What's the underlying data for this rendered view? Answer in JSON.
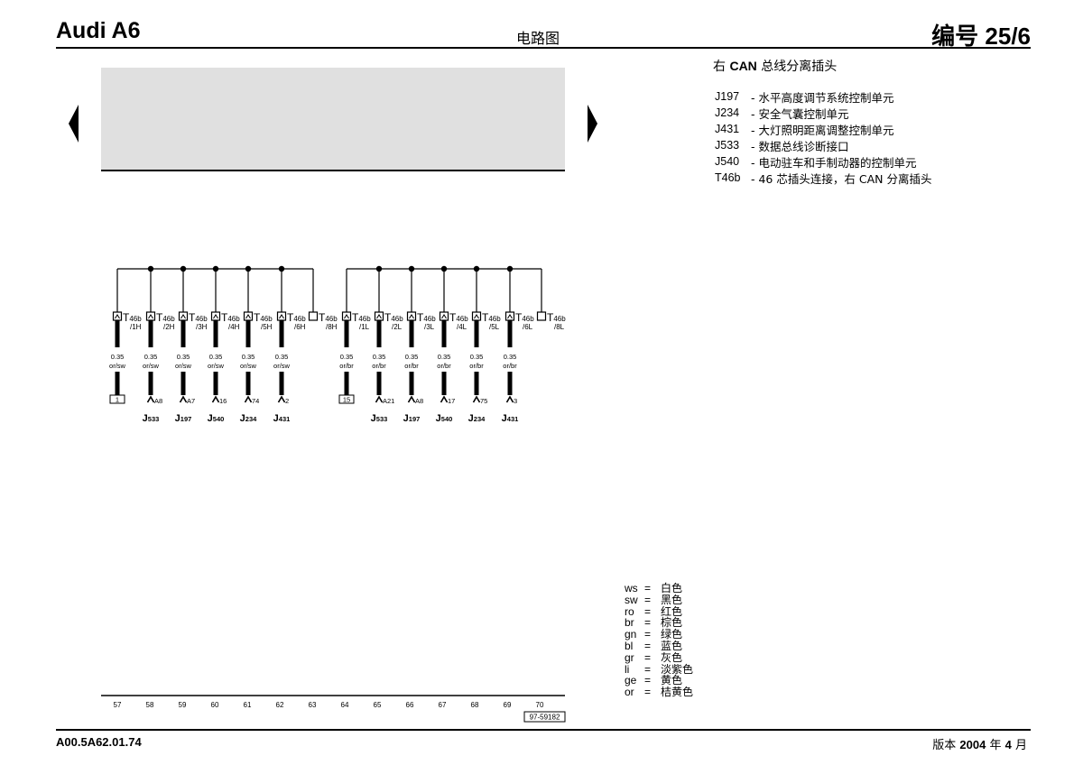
{
  "header": {
    "model": "Audi A6",
    "doc_type": "电路图",
    "number": "编号 25/6"
  },
  "legend": {
    "title_prefix": "右",
    "title_bus": "CAN",
    "title_suffix": "总线分离插头",
    "components": [
      {
        "code": "J197",
        "desc": "- 水平高度调节系统控制单元"
      },
      {
        "code": "J234",
        "desc": "- 安全气囊控制单元"
      },
      {
        "code": "J431",
        "desc": "- 大灯照明距离调整控制单元"
      },
      {
        "code": "J533",
        "desc": "- 数据总线诊断接口"
      },
      {
        "code": "J540",
        "desc": "- 电动驻车和手制动器的控制单元"
      },
      {
        "code": "T46b",
        "desc": "- 46 芯插头连接，右 CAN 分离插头"
      }
    ]
  },
  "color_key": [
    {
      "code": "ws",
      "name": "白色"
    },
    {
      "code": "sw",
      "name": "黑色"
    },
    {
      "code": "ro",
      "name": "红色"
    },
    {
      "code": "br",
      "name": "棕色"
    },
    {
      "code": "gn",
      "name": "绿色"
    },
    {
      "code": "bl",
      "name": "蓝色"
    },
    {
      "code": "gr",
      "name": "灰色"
    },
    {
      "code": "li",
      "name": "淡紫色"
    },
    {
      "code": "ge",
      "name": "黄色"
    },
    {
      "code": "or",
      "name": "桔黄色"
    }
  ],
  "color_key_eq": "=",
  "diagram": {
    "connector_name": "T46b",
    "wire_size": "0.35",
    "groups": [
      {
        "wire_color": "or/sw",
        "pins": [
          {
            "pin": "/1H",
            "term": "1",
            "term_boxed": true,
            "component": "",
            "connected": true
          },
          {
            "pin": "/2H",
            "term": "A8",
            "term_boxed": false,
            "component": "J533",
            "connected": true
          },
          {
            "pin": "/3H",
            "term": "A7",
            "term_boxed": false,
            "component": "J197",
            "connected": true
          },
          {
            "pin": "/4H",
            "term": "16",
            "term_boxed": false,
            "component": "J540",
            "connected": true
          },
          {
            "pin": "/5H",
            "term": "74",
            "term_boxed": false,
            "component": "J234",
            "connected": true
          },
          {
            "pin": "/6H",
            "term": "2",
            "term_boxed": false,
            "component": "J431",
            "connected": true
          },
          {
            "pin": "/8H",
            "term": "",
            "term_boxed": false,
            "component": "",
            "connected": false
          }
        ]
      },
      {
        "wire_color": "or/br",
        "pins": [
          {
            "pin": "/1L",
            "term": "15",
            "term_boxed": true,
            "component": "",
            "connected": true
          },
          {
            "pin": "/2L",
            "term": "A21",
            "term_boxed": false,
            "component": "J533",
            "connected": true
          },
          {
            "pin": "/3L",
            "term": "A8",
            "term_boxed": false,
            "component": "J197",
            "connected": true
          },
          {
            "pin": "/4L",
            "term": "17",
            "term_boxed": false,
            "component": "J540",
            "connected": true
          },
          {
            "pin": "/5L",
            "term": "75",
            "term_boxed": false,
            "component": "J234",
            "connected": true
          },
          {
            "pin": "/6L",
            "term": "3",
            "term_boxed": false,
            "component": "J431",
            "connected": true
          },
          {
            "pin": "/8L",
            "term": "",
            "term_boxed": false,
            "component": "",
            "connected": false
          }
        ]
      }
    ]
  },
  "scale": {
    "numbers": [
      "57",
      "58",
      "59",
      "60",
      "61",
      "62",
      "63",
      "64",
      "65",
      "66",
      "67",
      "68",
      "69",
      "70"
    ],
    "drawing_ref": "97-59182"
  },
  "footer": {
    "code": "A00.5A62.01.74",
    "version_prefix": "版本",
    "year": "2004",
    "year_suffix": "年",
    "month": "4",
    "month_suffix": "月"
  }
}
